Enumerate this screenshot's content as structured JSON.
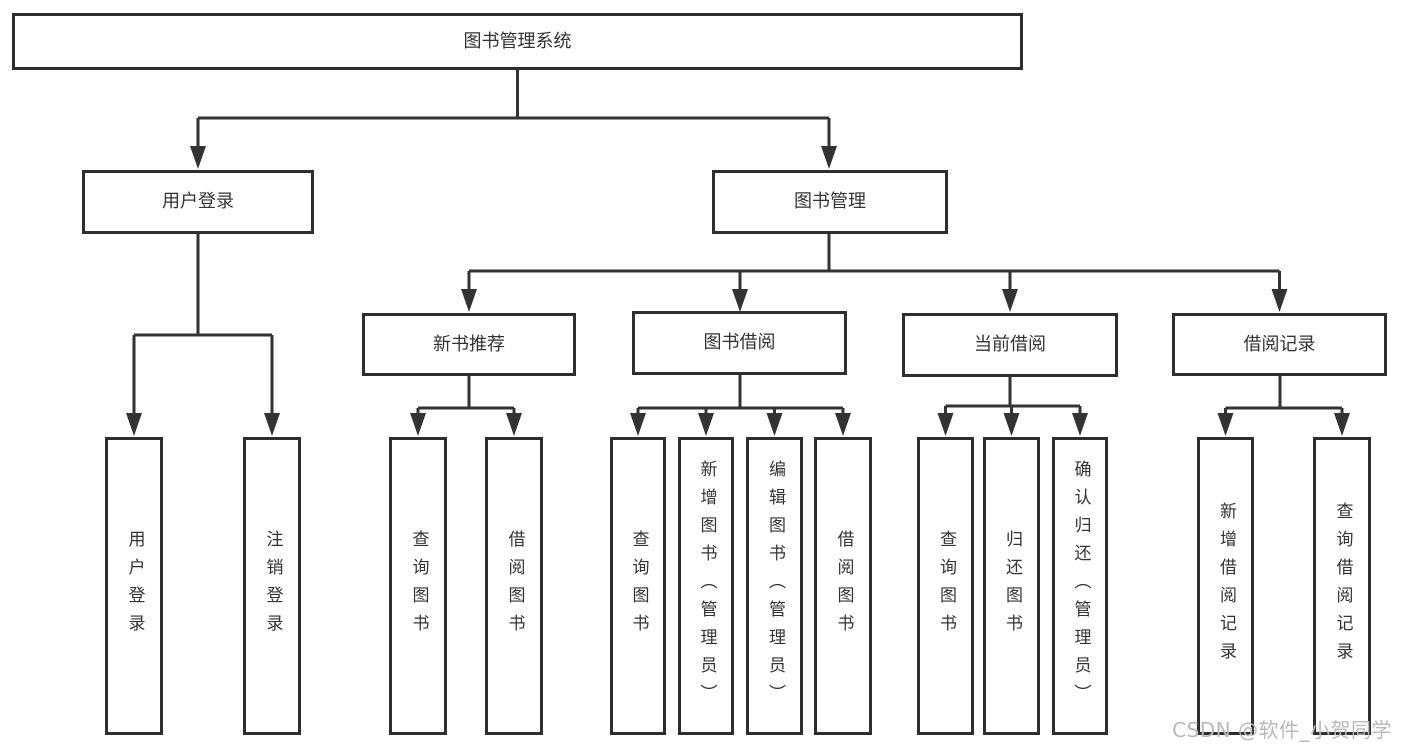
{
  "diagram": {
    "root": {
      "label": "图书管理系统"
    },
    "level2": [
      {
        "label": "用户登录"
      },
      {
        "label": "图书管理"
      }
    ],
    "level3": [
      {
        "label": "新书推荐"
      },
      {
        "label": "图书借阅"
      },
      {
        "label": "当前借阅"
      },
      {
        "label": "借阅记录"
      }
    ],
    "leaves": [
      {
        "group": "用户登录",
        "label": "用户登录"
      },
      {
        "group": "用户登录",
        "label": "注销登录"
      },
      {
        "group": "新书推荐",
        "label": "查询图书"
      },
      {
        "group": "新书推荐",
        "label": "借阅图书"
      },
      {
        "group": "图书借阅",
        "label": "查询图书"
      },
      {
        "group": "图书借阅",
        "label": "新增图书（管理员）"
      },
      {
        "group": "图书借阅",
        "label": "编辑图书（管理员）"
      },
      {
        "group": "图书借阅",
        "label": "借阅图书"
      },
      {
        "group": "当前借阅",
        "label": "查询图书"
      },
      {
        "group": "当前借阅",
        "label": "归还图书"
      },
      {
        "group": "当前借阅",
        "label": "确认归还（管理员）"
      },
      {
        "group": "借阅记录",
        "label": "新增借阅记录"
      },
      {
        "group": "借阅记录",
        "label": "查询借阅记录"
      }
    ],
    "colors": {
      "line": "#333333",
      "box_border": "#2e2e2e",
      "text": "#333333",
      "watermark": "#b9b9b9",
      "background": "#ffffff"
    }
  },
  "watermark": {
    "text": "CSDN @软件_小贺同学"
  }
}
